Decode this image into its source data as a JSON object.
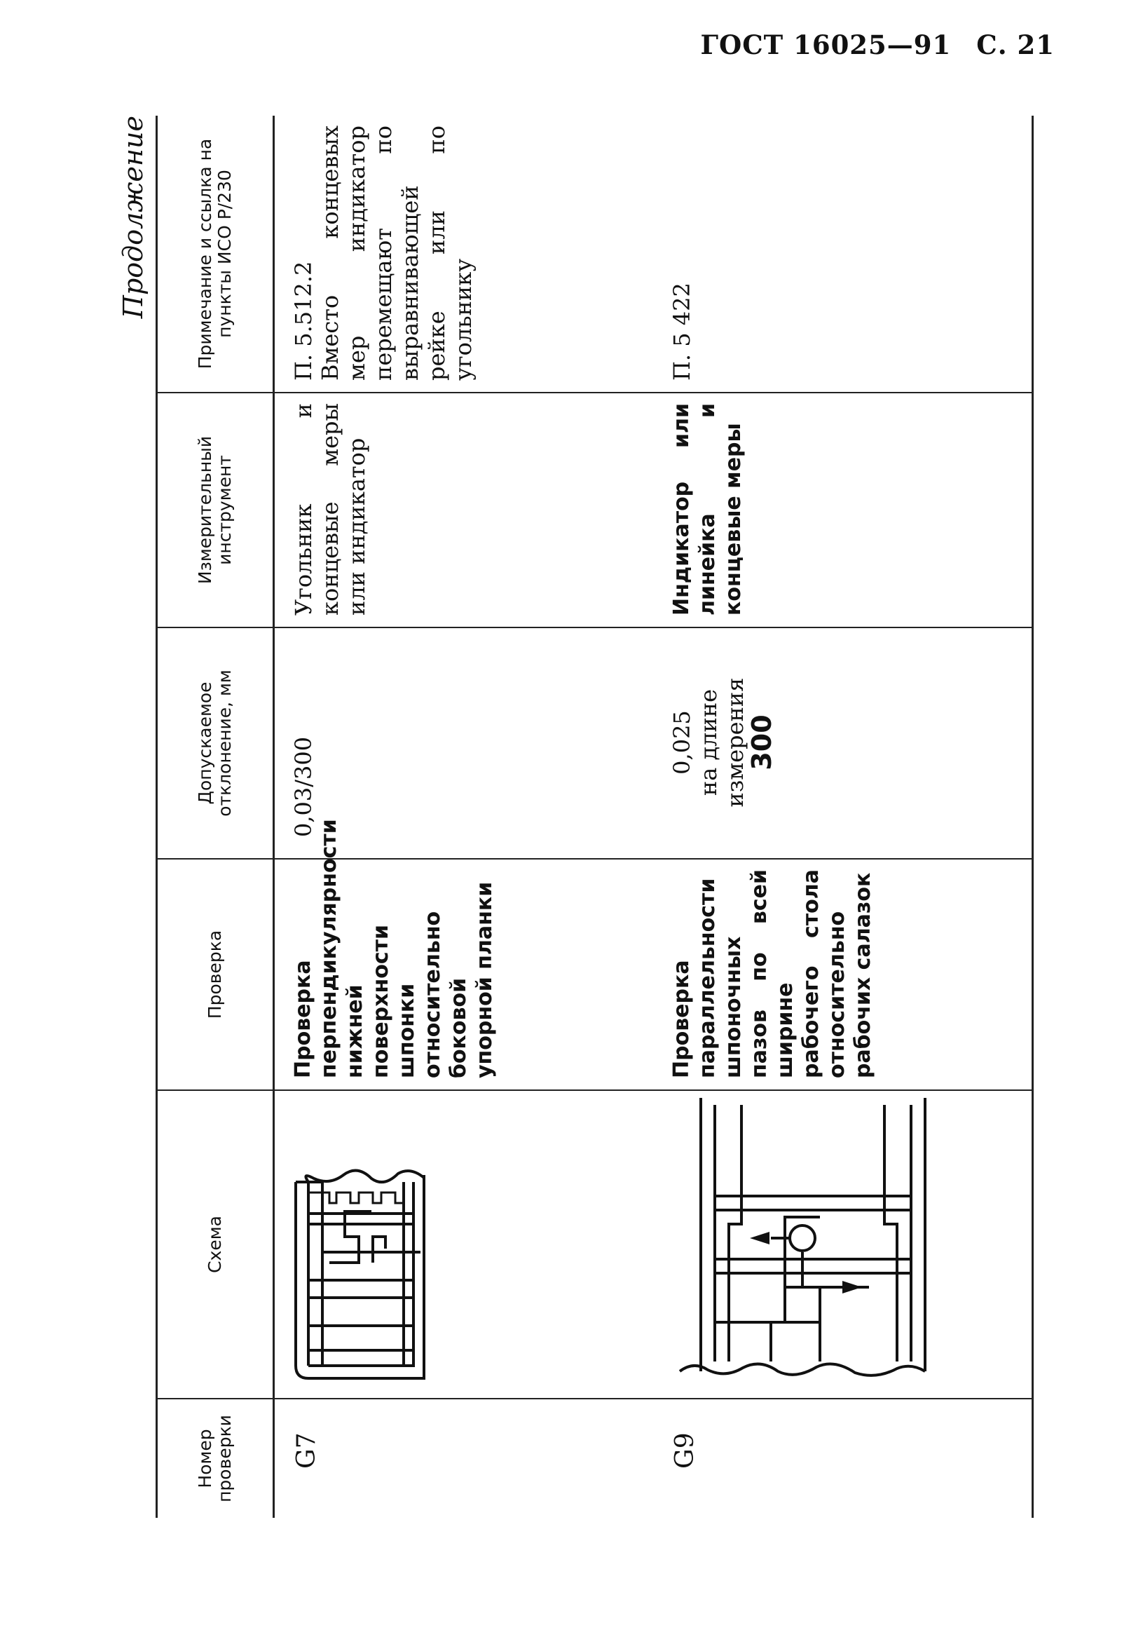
{
  "header": {
    "standard": "ГОСТ 16025—91",
    "page": "С. 21"
  },
  "continuation": "Продолжение",
  "columns": [
    "Номер проверки",
    "Схема",
    "Проверка",
    "Допускаемое отклонение, мм",
    "Измерительный инструмент",
    "Примечание и ссылка на пункты ИСО Р/230"
  ],
  "rows": [
    {
      "number": "G7",
      "check": "Проверка перпендикулярности нижней поверхности шпонки относительно боковой упорной планки",
      "tolerance": {
        "value": "0,03/300"
      },
      "instrument": "Угольник и концевые меры или индикатор",
      "note": {
        "ref": "П. 5.512.2",
        "text": "Вместо концевых мер индикатор перемещают по выравнивающей рейке или по угольнику"
      }
    },
    {
      "number": "G9",
      "check": "Проверка параллельности шпоночных пазов по всей ширине рабочего стола относительно рабочих салазок",
      "tolerance": {
        "value": "0,025",
        "line2": "на длине",
        "line3": "измерения",
        "line4": "300"
      },
      "instrument": "Индикатор или линейка и концевые меры",
      "note": {
        "ref": "П. 5 422"
      }
    }
  ]
}
